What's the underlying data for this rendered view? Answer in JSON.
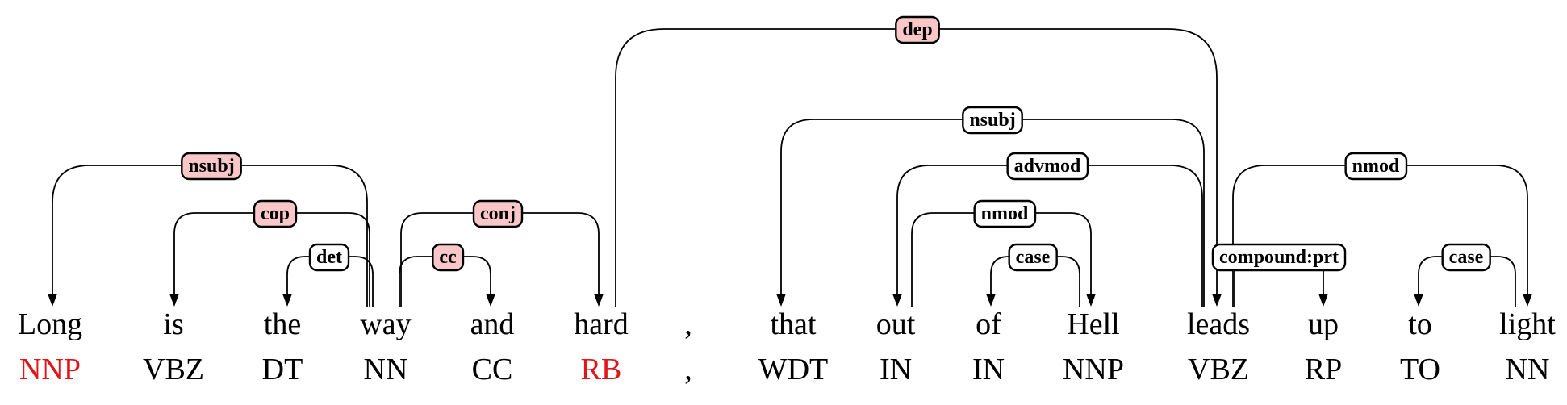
{
  "tokens": [
    {
      "word": "Long",
      "tag": "NNP",
      "tag_highlight": true
    },
    {
      "word": "is",
      "tag": "VBZ",
      "tag_highlight": false
    },
    {
      "word": "the",
      "tag": "DT",
      "tag_highlight": false
    },
    {
      "word": "way",
      "tag": "NN",
      "tag_highlight": false
    },
    {
      "word": "and",
      "tag": "CC",
      "tag_highlight": false
    },
    {
      "word": "hard",
      "tag": "RB",
      "tag_highlight": true
    },
    {
      "word": ",",
      "tag": ",",
      "tag_highlight": false
    },
    {
      "word": "that",
      "tag": "WDT",
      "tag_highlight": false
    },
    {
      "word": "out",
      "tag": "IN",
      "tag_highlight": false
    },
    {
      "word": "of",
      "tag": "IN",
      "tag_highlight": false
    },
    {
      "word": "Hell",
      "tag": "NNP",
      "tag_highlight": false
    },
    {
      "word": "leads",
      "tag": "VBZ",
      "tag_highlight": false
    },
    {
      "word": "up",
      "tag": "RP",
      "tag_highlight": false
    },
    {
      "word": "to",
      "tag": "TO",
      "tag_highlight": false
    },
    {
      "word": "light",
      "tag": "NN",
      "tag_highlight": false
    }
  ],
  "arcs": [
    {
      "label": "nsubj",
      "head": 3,
      "dep": 0,
      "highlight": true
    },
    {
      "label": "cop",
      "head": 3,
      "dep": 1,
      "highlight": true
    },
    {
      "label": "det",
      "head": 3,
      "dep": 2,
      "highlight": false
    },
    {
      "label": "conj",
      "head": 3,
      "dep": 5,
      "highlight": true
    },
    {
      "label": "cc",
      "head": 3,
      "dep": 4,
      "highlight": true
    },
    {
      "label": "dep",
      "head": 5,
      "dep": 11,
      "highlight": true
    },
    {
      "label": "nsubj",
      "head": 11,
      "dep": 7,
      "highlight": false
    },
    {
      "label": "advmod",
      "head": 11,
      "dep": 8,
      "highlight": false
    },
    {
      "label": "nmod",
      "head": 8,
      "dep": 10,
      "highlight": false
    },
    {
      "label": "case",
      "head": 10,
      "dep": 9,
      "highlight": false
    },
    {
      "label": "compound:prt",
      "head": 11,
      "dep": 12,
      "highlight": false
    },
    {
      "label": "nmod",
      "head": 11,
      "dep": 14,
      "highlight": false
    },
    {
      "label": "case",
      "head": 14,
      "dep": 13,
      "highlight": false
    }
  ],
  "colors": {
    "highlight_fill": "#f9c7c7",
    "normal_fill": "#ffffff",
    "highlight_text": "#e0161b"
  }
}
